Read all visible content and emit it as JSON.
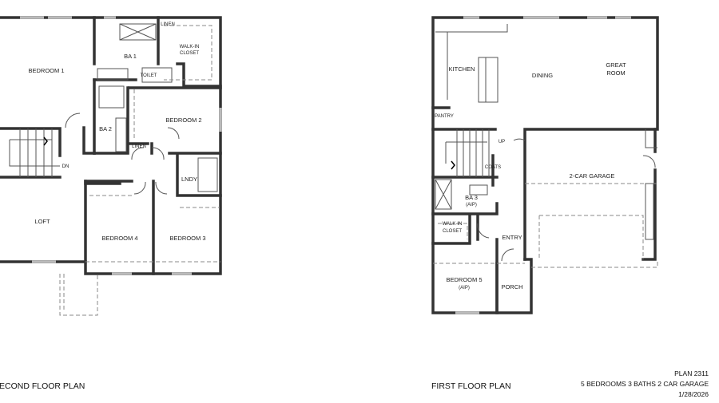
{
  "second_floor": {
    "title": "SECOND FLOOR PLAN",
    "rooms": {
      "bedroom1": "BEDROOM 1",
      "ba1": "BA 1",
      "walkin_1": "WALK-IN",
      "walkin_2": "CLOSET",
      "linen_top": "LINEN",
      "toilet": "TOILET",
      "ba2": "BA 2",
      "bedroom2": "BEDROOM 2",
      "linen_hall": "LINEN",
      "dn": "DN",
      "lndy": "LNDY",
      "loft": "LOFT",
      "bedroom4": "BEDROOM 4",
      "bedroom3": "BEDROOM 3"
    }
  },
  "first_floor": {
    "title": "FIRST FLOOR PLAN",
    "rooms": {
      "kitchen": "KITCHEN",
      "dining": "DINING",
      "great_1": "GREAT",
      "great_2": "ROOM",
      "pantry": "PANTRY",
      "up": "UP",
      "coats": "COATS",
      "garage": "2-CAR GARAGE",
      "ba3": "BA 3",
      "ba3_note": "(AIP)",
      "walkin_1": "WALK-IN",
      "walkin_2": "CLOSET",
      "entry": "ENTRY",
      "bedroom5": "BEDROOM 5",
      "bedroom5_note": "(AIP)",
      "porch": "PORCH"
    }
  },
  "plan_info": {
    "plan": "PLAN 2311",
    "summary": "5 BEDROOMS 3 BATHS 2 CAR GARAGE",
    "date": "1/28/2026"
  }
}
